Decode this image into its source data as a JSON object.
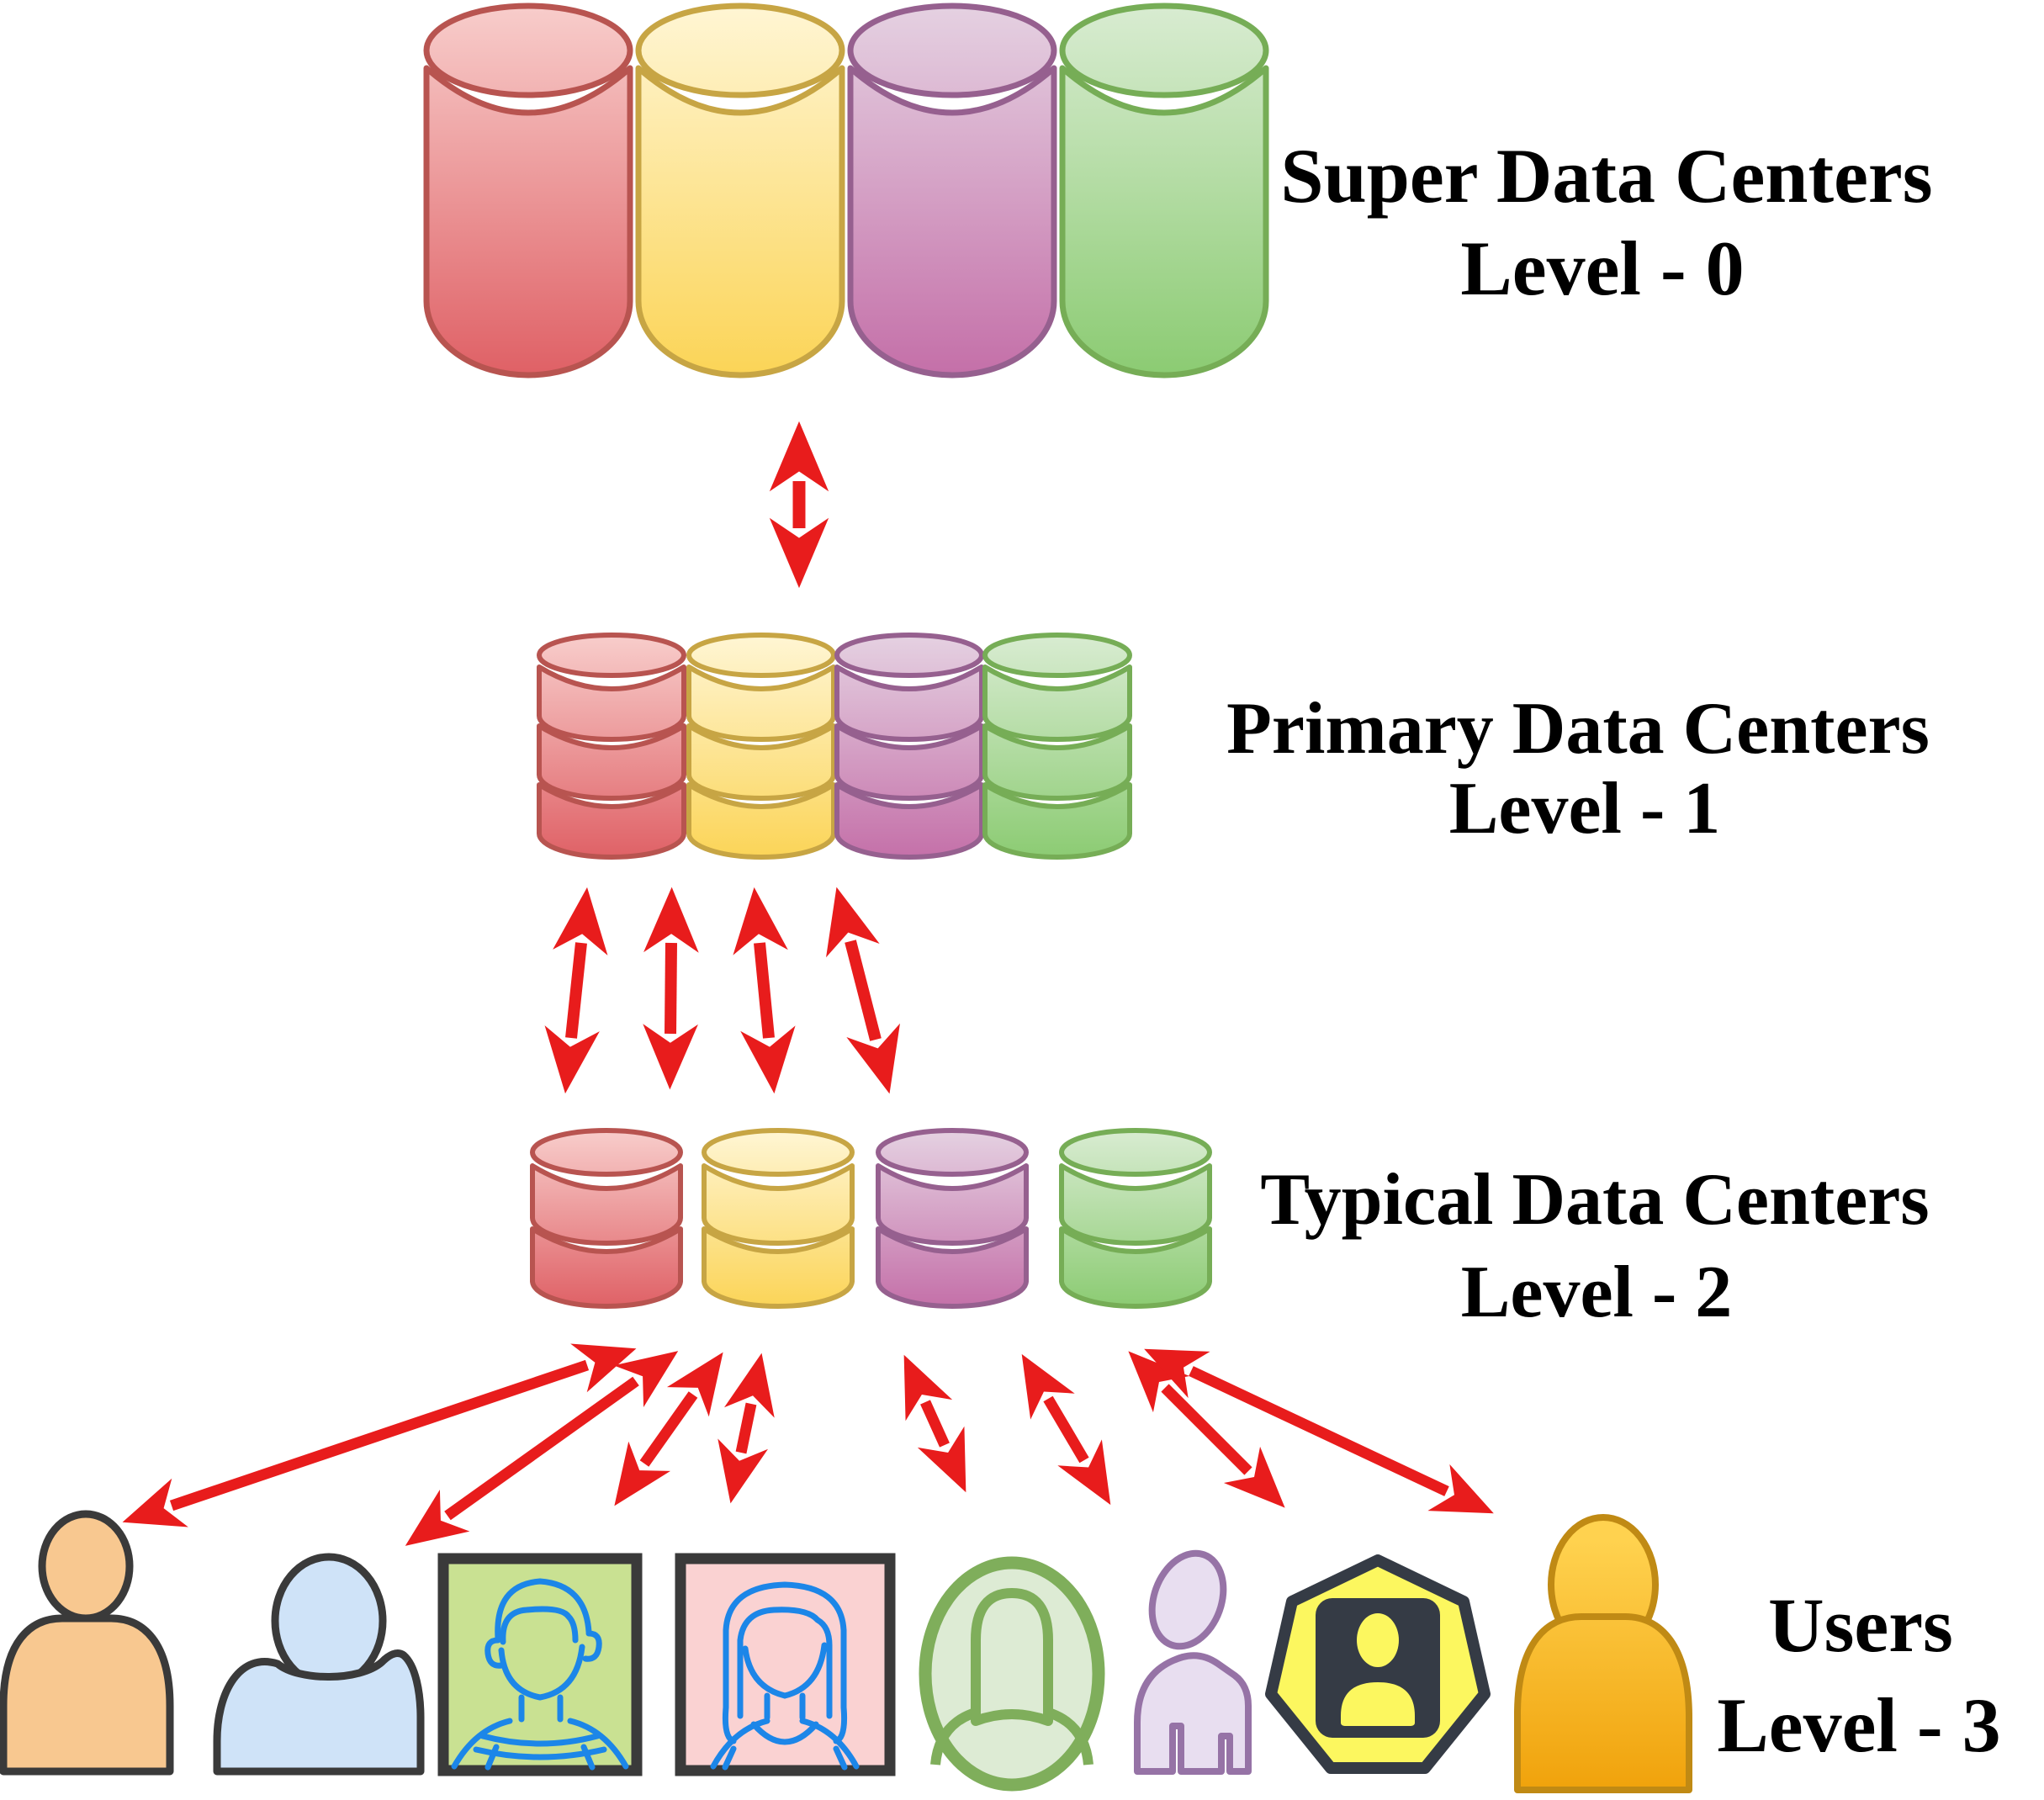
{
  "diagram": {
    "type": "hierarchical-data-center-architecture",
    "levels": [
      {
        "title": "Super Data Centers",
        "label": "Level - 0",
        "cylinders": 4,
        "discs_per_cylinder": 1
      },
      {
        "title": "Primary Data Centers",
        "label": "Level - 1",
        "cylinders": 4,
        "discs_per_cylinder": 3
      },
      {
        "title": "Typical Data Centers",
        "label": "Level - 2",
        "cylinders": 4,
        "discs_per_cylinder": 2
      },
      {
        "title": "Users",
        "label": "Level - 3",
        "users": 8
      }
    ],
    "connections": [
      {
        "from": "level-0",
        "to": "level-1",
        "arrows": 1,
        "style": "double-headed"
      },
      {
        "from": "level-1",
        "to": "level-2",
        "arrows": 4,
        "style": "double-headed"
      },
      {
        "from": "level-2",
        "to": "users",
        "arrows": 8,
        "style": "double-headed"
      }
    ],
    "user_icons": [
      "orange-person-silhouette",
      "blue-person-silhouette",
      "male-avatar-green-square",
      "female-avatar-pink-square",
      "person-outline-green-oval",
      "purple-person-figure",
      "id-badge-yellow-heptagon",
      "gold-person-silhouette"
    ],
    "palette": {
      "red": {
        "light": "#F8CECC",
        "dark": "#DF6065",
        "stroke": "#B85450"
      },
      "yellow": {
        "light": "#FFF6D5",
        "dark": "#FBD456",
        "stroke": "#C7A544"
      },
      "purple": {
        "light": "#E5D2E2",
        "dark": "#C46FA8",
        "stroke": "#96608F"
      },
      "green": {
        "light": "#D9ECD2",
        "dark": "#8BCB72",
        "stroke": "#76AD56"
      },
      "gold": {
        "light": "#FFD24F",
        "dark": "#F0A20B",
        "stroke": "#C08A14"
      },
      "arrow": "#E81C1C",
      "text": "#000000",
      "dark_outline": "#3A3A3A",
      "avatar_line_blue": "#1C86E8",
      "badge_dark": "#353B45",
      "badge_yellow": "#FCF75F",
      "user1_fill": "#F8C890",
      "user2_fill": "#CFE3F8",
      "user3_bg": "#C9E192",
      "user4_bg": "#FAD2D2",
      "user5_fill": "#DDEBD4",
      "user5_stroke": "#7FAE5B",
      "user6_fill": "#E8DEF0",
      "user6_stroke": "#9673A6"
    }
  }
}
